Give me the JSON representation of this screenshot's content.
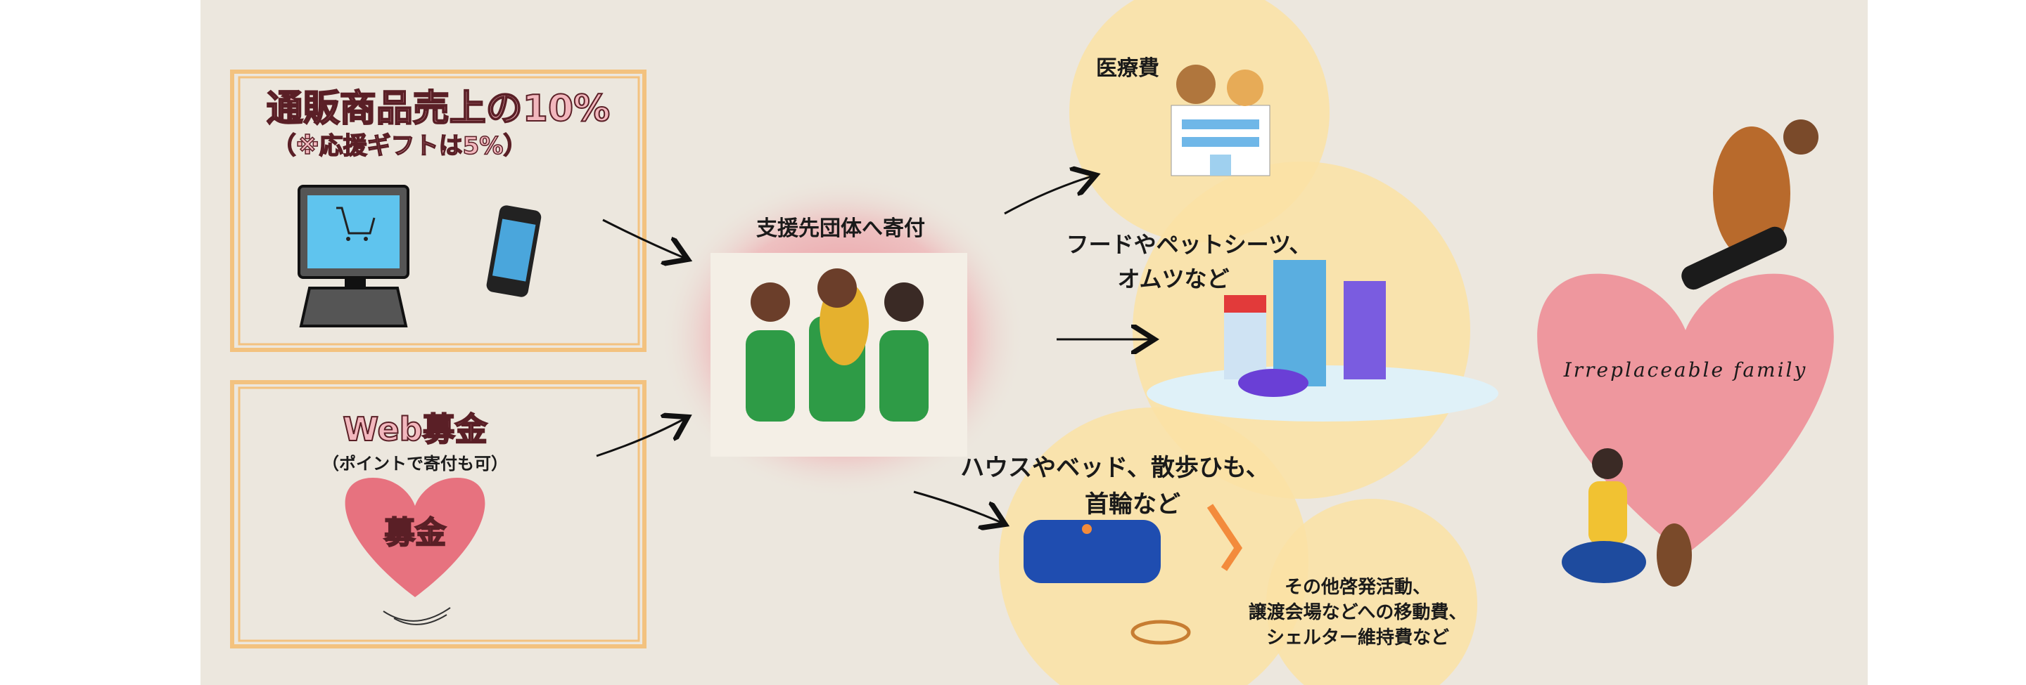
{
  "left": {
    "sales_box": {
      "title": "通販商品売上の10%",
      "subtitle": "（※応援ギフトは5%）"
    },
    "donation_box": {
      "title": "Web募金",
      "subtitle": "（ポイントで寄付も可）",
      "heart_label": "募金"
    }
  },
  "center": {
    "title": "支援先団体へ寄付"
  },
  "uses": {
    "medical": "医療費",
    "food": [
      "フードやペットシーツ、",
      "オムツなど"
    ],
    "goods": [
      "ハウスやベッド、散歩ひも、",
      "首輪など"
    ],
    "other": [
      "その他啓発活動、",
      "譲渡会場などへの移動費、",
      "シェルター維持費など"
    ]
  },
  "right": {
    "heart_text": "Irreplaceable family"
  },
  "colors": {
    "background": "#ece7de",
    "box_border": "#f3c27f",
    "circle": "#fbe2a4",
    "heart": "#e9707f",
    "glow": "#e9707f"
  }
}
